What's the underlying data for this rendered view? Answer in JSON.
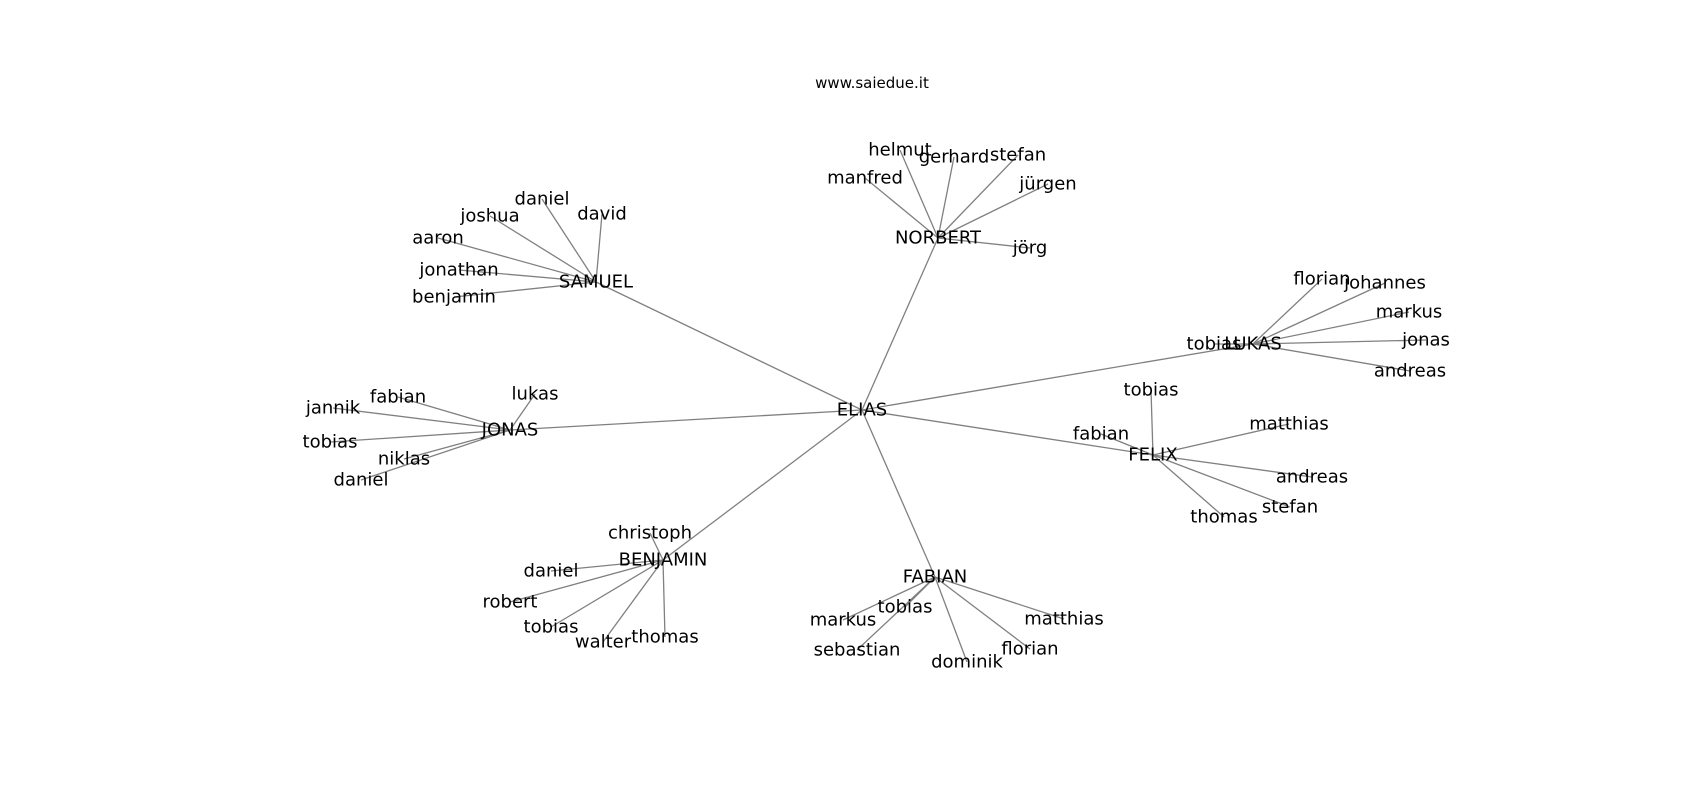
{
  "title": "www.saiedue.it",
  "edge_color": "#808080",
  "center": "ELIAS",
  "hubs": [
    {
      "name": "NORBERT",
      "leaves": [
        "helmut",
        "gerhard",
        "stefan",
        "manfred",
        "jürgen",
        "jörg"
      ]
    },
    {
      "name": "SAMUEL",
      "leaves": [
        "daniel",
        "david",
        "joshua",
        "aaron",
        "jonathan",
        "benjamin"
      ]
    },
    {
      "name": "LUKAS",
      "leaves": [
        "florian",
        "johannes",
        "markus",
        "jonas",
        "andreas",
        "tobias"
      ]
    },
    {
      "name": "JONAS",
      "leaves": [
        "lukas",
        "fabian",
        "jannik",
        "tobias",
        "niklas",
        "daniel"
      ]
    },
    {
      "name": "FELIX",
      "leaves": [
        "tobias",
        "fabian",
        "matthias",
        "andreas",
        "stefan",
        "thomas"
      ]
    },
    {
      "name": "BENJAMIN",
      "leaves": [
        "christoph",
        "daniel",
        "robert",
        "tobias",
        "walter",
        "thomas"
      ]
    },
    {
      "name": "FABIAN",
      "leaves": [
        "tobias",
        "markus",
        "sebastian",
        "dominik",
        "florian",
        "matthias"
      ]
    }
  ]
}
